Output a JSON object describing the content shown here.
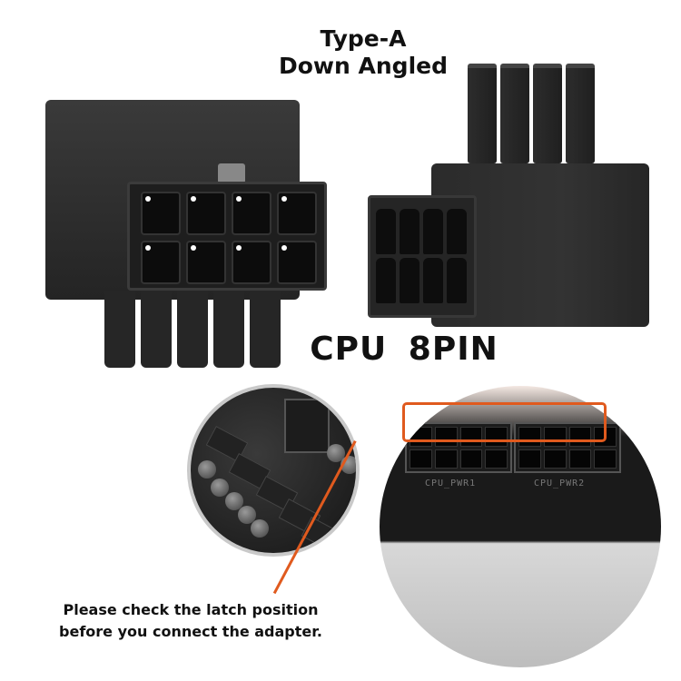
{
  "title": {
    "line1": "Type-A",
    "line2": "Down Angled"
  },
  "headline": "CPU  8PIN",
  "note": {
    "line1": "Please check the latch position",
    "line2": "before you connect the adapter."
  },
  "motherboard": {
    "labels": [
      "CPU_PWR1",
      "CPU_PWR2"
    ]
  },
  "colors": {
    "accent": "#e05a1e",
    "product": "#2a2a2a",
    "background": "#ffffff"
  }
}
